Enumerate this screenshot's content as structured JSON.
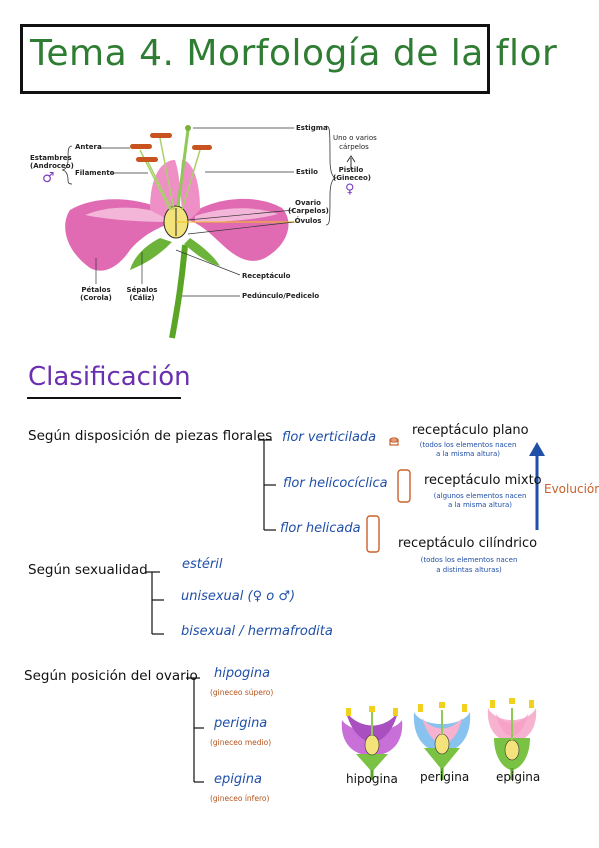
{
  "title": "Tema 4. Morfología de la flor",
  "diagram_labels": {
    "antera": "Antera",
    "filamento": "Filamento",
    "estambres": "Estambres",
    "androceo": "(Androceo)",
    "male_symbol": "♂",
    "estigma": "Estigma",
    "estilo": "Estilo",
    "ovario": "Ovario",
    "carpelos": "(Carpelos)",
    "ovulos": "Óvulos",
    "uno_varios": "Uno o varios",
    "carpelos2": "cárpelos",
    "pistilo": "Pistilo",
    "gineceo": "(Gineceo)",
    "female_symbol": "♀",
    "petalos": "Pétalos",
    "corola": "(Corola)",
    "sepalos": "Sépalos",
    "caliz": "(Cáliz)",
    "receptaculo": "Receptáculo",
    "pedunculo": "Pedúnculo/Pedicelo"
  },
  "section_title": "Clasificación",
  "disposicion": {
    "label": "Según disposición de piezas florales",
    "options": [
      "flor verticilada",
      "flor helicocíclica",
      "flor helicada"
    ],
    "receptaculos": [
      {
        "name": "receptáculo plano",
        "note1": "(todos los elementos nacen",
        "note2": "a la misma altura)"
      },
      {
        "name": "receptáculo mixto",
        "note1": "(algunos elementos nacen",
        "note2": "a la misma altura)"
      },
      {
        "name": "receptáculo cilíndrico",
        "note1": "(todos los elementos nacen",
        "note2": "a distintas alturas)"
      }
    ],
    "evolucion": "Evolución"
  },
  "sexualidad": {
    "label": "Según sexualidad",
    "options": [
      "estéril",
      "unisexual (♀ o ♂)",
      "bisexual / hermafrodita"
    ]
  },
  "ovario": {
    "label": "Según posición del ovario",
    "options": [
      {
        "name": "hipogina",
        "sub": "(gineceo súpero)"
      },
      {
        "name": "perigina",
        "sub": "(gineceo medio)"
      },
      {
        "name": "epigina",
        "sub": "(gineceo ínfero)"
      }
    ],
    "flowers": [
      "hipogina",
      "perigina",
      "epigina"
    ]
  },
  "colors": {
    "title_green": "#2f7d32",
    "section_purple": "#6a2fb0",
    "option_blue": "#1f4fa8",
    "accent_orange": "#c9602a",
    "arrow_blue": "#1f4fa8"
  }
}
